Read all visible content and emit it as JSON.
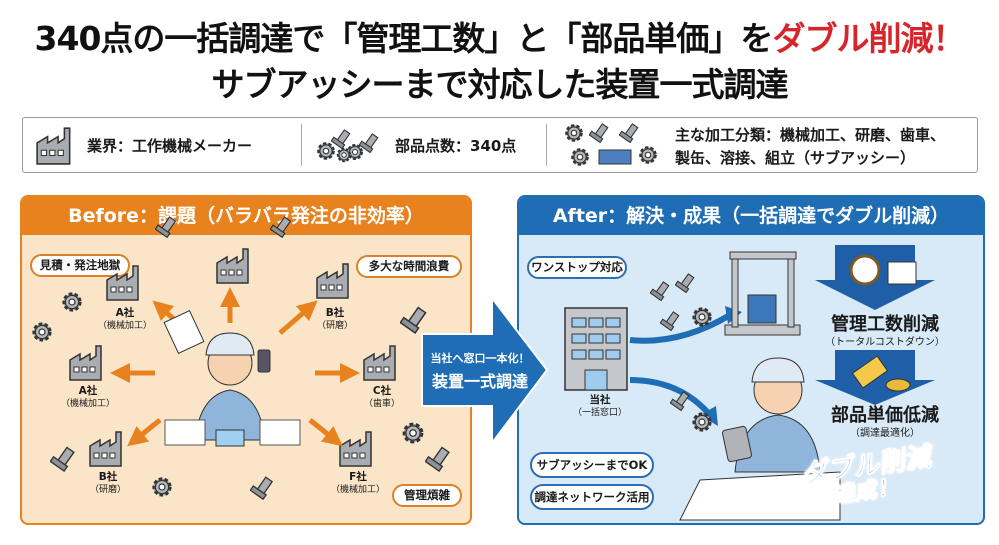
{
  "title": {
    "line1_prefix": "340点の一括調達で「管理工数」と「部品単価」を",
    "line1_highlight": "ダブル削減！",
    "line2": "サブアッシーまで対応した装置一式調達"
  },
  "info_bar": {
    "industry": "業界：工作機械メーカー",
    "parts_count": "部品点数：340点",
    "processing_line1": "主な加工分類：機械加工、研磨、歯車、",
    "processing_line2": "製缶、溶接、組立（サブアッシー）"
  },
  "before": {
    "header": "Before：課題（バラバラ発注の非効率）",
    "bubbles": [
      "見積・発注地獄",
      "多大な時間浪費",
      "管理煩雑"
    ],
    "suppliers": [
      {
        "name": "A社",
        "type": "（機械加工）"
      },
      {
        "name": "B社",
        "type": "（研磨）"
      },
      {
        "name": "A社",
        "type": "（機械加工）"
      },
      {
        "name": "C社",
        "type": "（歯車）"
      },
      {
        "name": "B社",
        "type": "（研磨）"
      },
      {
        "name": "F社",
        "type": "（機械加工）"
      }
    ]
  },
  "transition_arrow": {
    "line1": "当社へ窓口一本化！",
    "line2": "装置一式調達"
  },
  "after": {
    "header": "After：解決・成果（一括調達でダブル削減）",
    "bubble": "ワンストップ対応",
    "company_name": "当社",
    "company_role": "（一括窓口）",
    "result1_title": "管理工数削減",
    "result1_sub": "（トータルコストダウン）",
    "result2_title": "部品単価低減",
    "result2_sub": "（調達最適化）",
    "badges": [
      "サブアッシーまでOK",
      "調達ネットワーク活用"
    ],
    "achievement_line1": "ダブル削減",
    "achievement_line2": "達成！"
  },
  "colors": {
    "orange": "#e8821e",
    "blue": "#1f6db5",
    "red": "#d7262b"
  }
}
